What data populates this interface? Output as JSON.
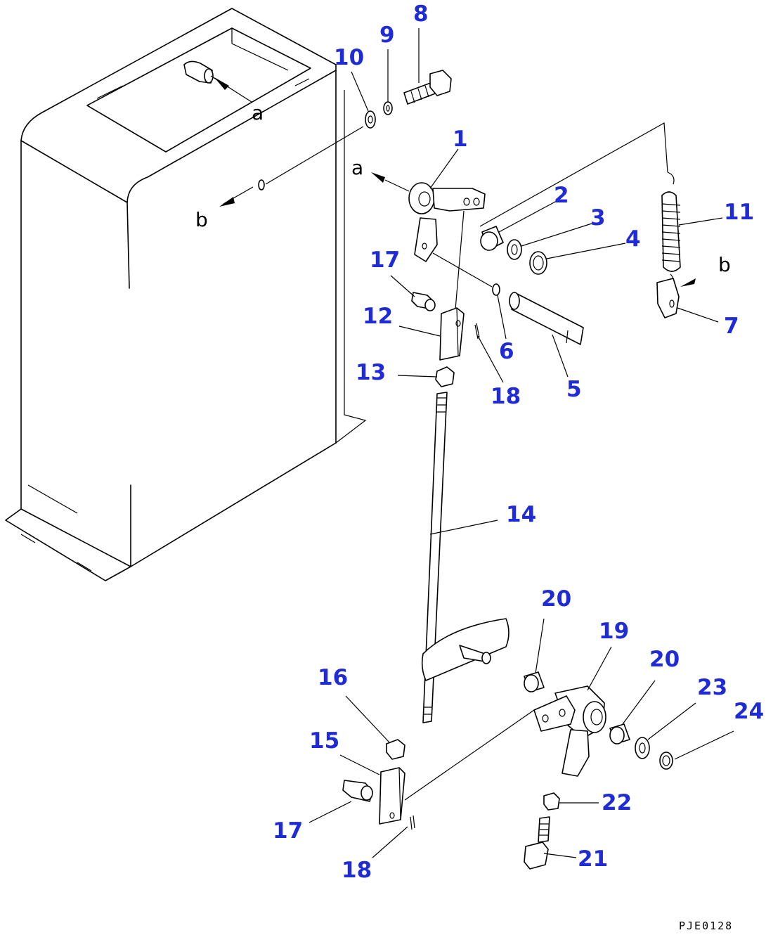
{
  "diagram": {
    "drawing_code": "PJE0128",
    "reference_marks": {
      "a": "a",
      "b": "b"
    },
    "callouts": {
      "p1": "1",
      "p2": "2",
      "p3": "3",
      "p4": "4",
      "p5": "5",
      "p6": "6",
      "p7": "7",
      "p8": "8",
      "p9": "9",
      "p10": "10",
      "p11": "11",
      "p12": "12",
      "p13": "13",
      "p14": "14",
      "p15": "15",
      "p16": "16",
      "p17a": "17",
      "p17b": "17",
      "p18a": "18",
      "p18b": "18",
      "p19": "19",
      "p20a": "20",
      "p20b": "20",
      "p21": "21",
      "p22": "22",
      "p23": "23",
      "p24": "24"
    },
    "colors": {
      "callout": "#1f2bd6",
      "line": "#000000",
      "background": "#ffffff"
    }
  }
}
